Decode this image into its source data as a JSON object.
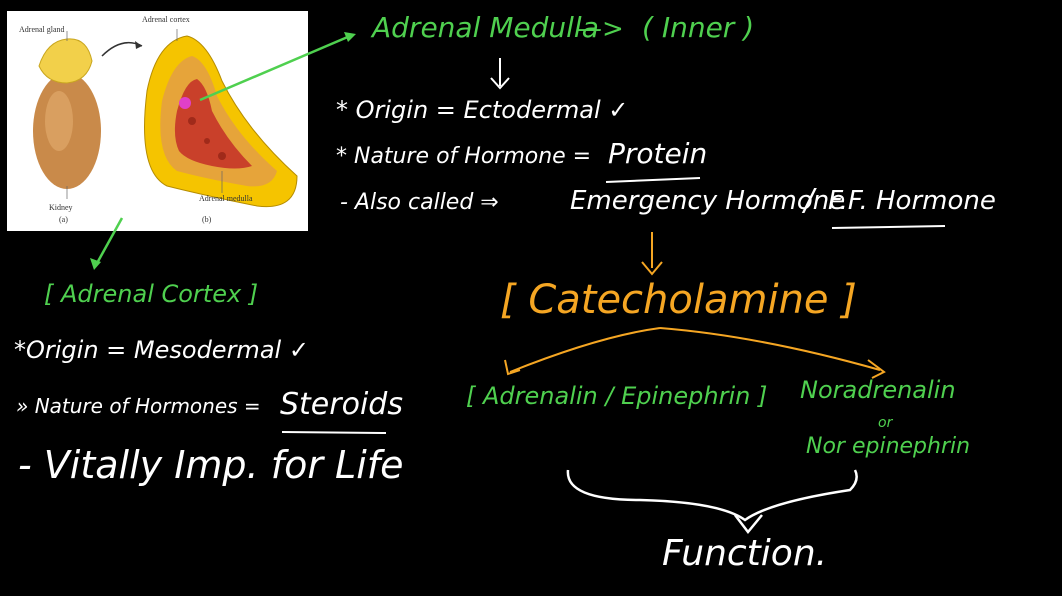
{
  "diagram": {
    "label_gland": "Adrenal gland",
    "label_cortex": "Adrenal cortex",
    "label_kidney": "Kidney",
    "label_medulla": "Adrenal medulla",
    "label_a": "(a)",
    "label_b": "(b)"
  },
  "medulla": {
    "title": "Adrenal Medulla",
    "arrow": "—>",
    "inner": "( Inner )",
    "origin": "* Origin = Ectodermal ✓",
    "nature_prefix": "* Nature of Hormone =",
    "nature_value": "Protein",
    "also_prefix": "-  Also called  ⇒",
    "also_value1": "Emergency Hormone",
    "also_sep": "/",
    "also_value2": "F.F. Hormone",
    "catecholamine": "[ Catecholamine ]",
    "adrenalin": "[ Adrenalin / Epinephrin ]",
    "noradrenalin": "Noradrenalin",
    "or": "or",
    "norepinephrin": "Nor epinephrin",
    "function": "Function."
  },
  "cortex": {
    "title": "[ Adrenal Cortex ]",
    "origin": "*Origin = Mesodermal ✓",
    "nature_prefix": "» Nature of Hormones =",
    "nature_value": "Steroids",
    "vital": "- Vitally Imp. for Life"
  },
  "colors": {
    "green": "#4fd04f",
    "orange": "#f5a623",
    "white": "#ffffff"
  }
}
